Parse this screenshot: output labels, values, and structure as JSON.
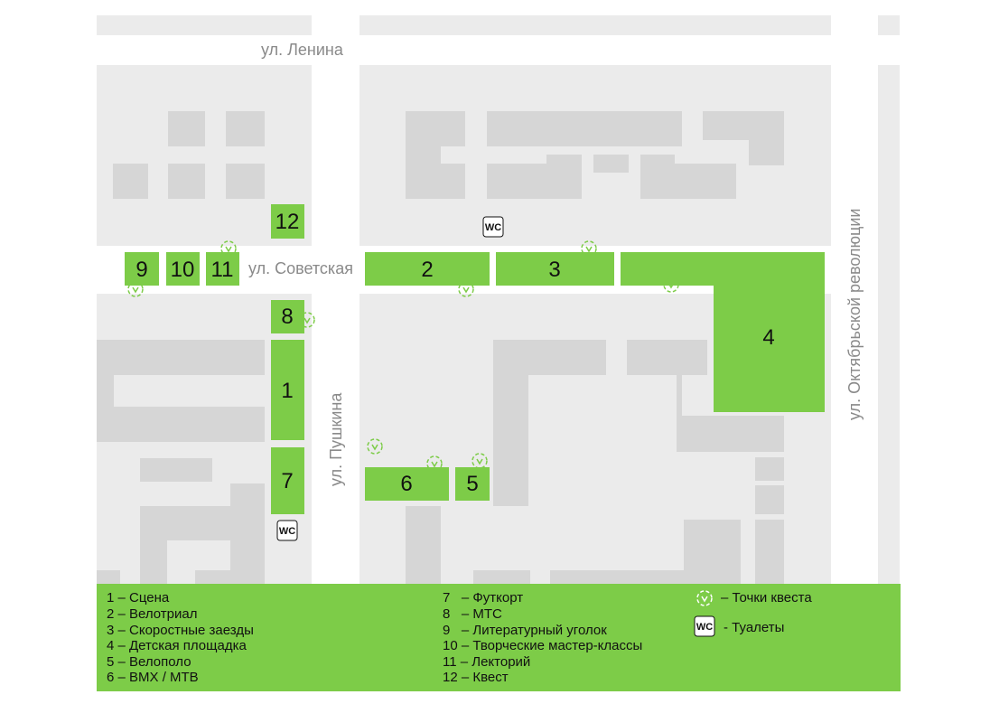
{
  "streets": {
    "lenina": "ул. Ленина",
    "sovetskaya": "ул. Советская",
    "pushkina": "ул. Пушкина",
    "oktyabrskoy": "ул. Октябрьской революции"
  },
  "zones": [
    {
      "id": "1",
      "label": "1"
    },
    {
      "id": "2",
      "label": "2"
    },
    {
      "id": "3",
      "label": "3"
    },
    {
      "id": "4",
      "label": "4"
    },
    {
      "id": "5",
      "label": "5"
    },
    {
      "id": "6",
      "label": "6"
    },
    {
      "id": "7",
      "label": "7"
    },
    {
      "id": "8",
      "label": "8"
    },
    {
      "id": "9",
      "label": "9"
    },
    {
      "id": "10",
      "label": "10"
    },
    {
      "id": "11",
      "label": "11"
    },
    {
      "id": "12",
      "label": "12"
    }
  ],
  "wc_label": "WC",
  "legend": {
    "col1": [
      "1 – Сцена",
      "2 – Велотриал",
      "3 – Скоростные заезды",
      "4 – Детская площадка",
      "5 – Велополо",
      "6 – BMX / MTB"
    ],
    "col2": [
      "7   – Футкорт",
      "8   – МТС",
      "9   – Литературный уголок",
      "10 – Творческие мастер-классы",
      "11 – Лекторий",
      "12 – Квест"
    ],
    "quest_points": "– Точки квеста",
    "toilets": "- Туалеты"
  },
  "colors": {
    "green": "#7dcc48",
    "block": "#ebebeb",
    "building": "#d6d6d6",
    "street": "#ffffff",
    "street_text": "#8a8a8a"
  }
}
